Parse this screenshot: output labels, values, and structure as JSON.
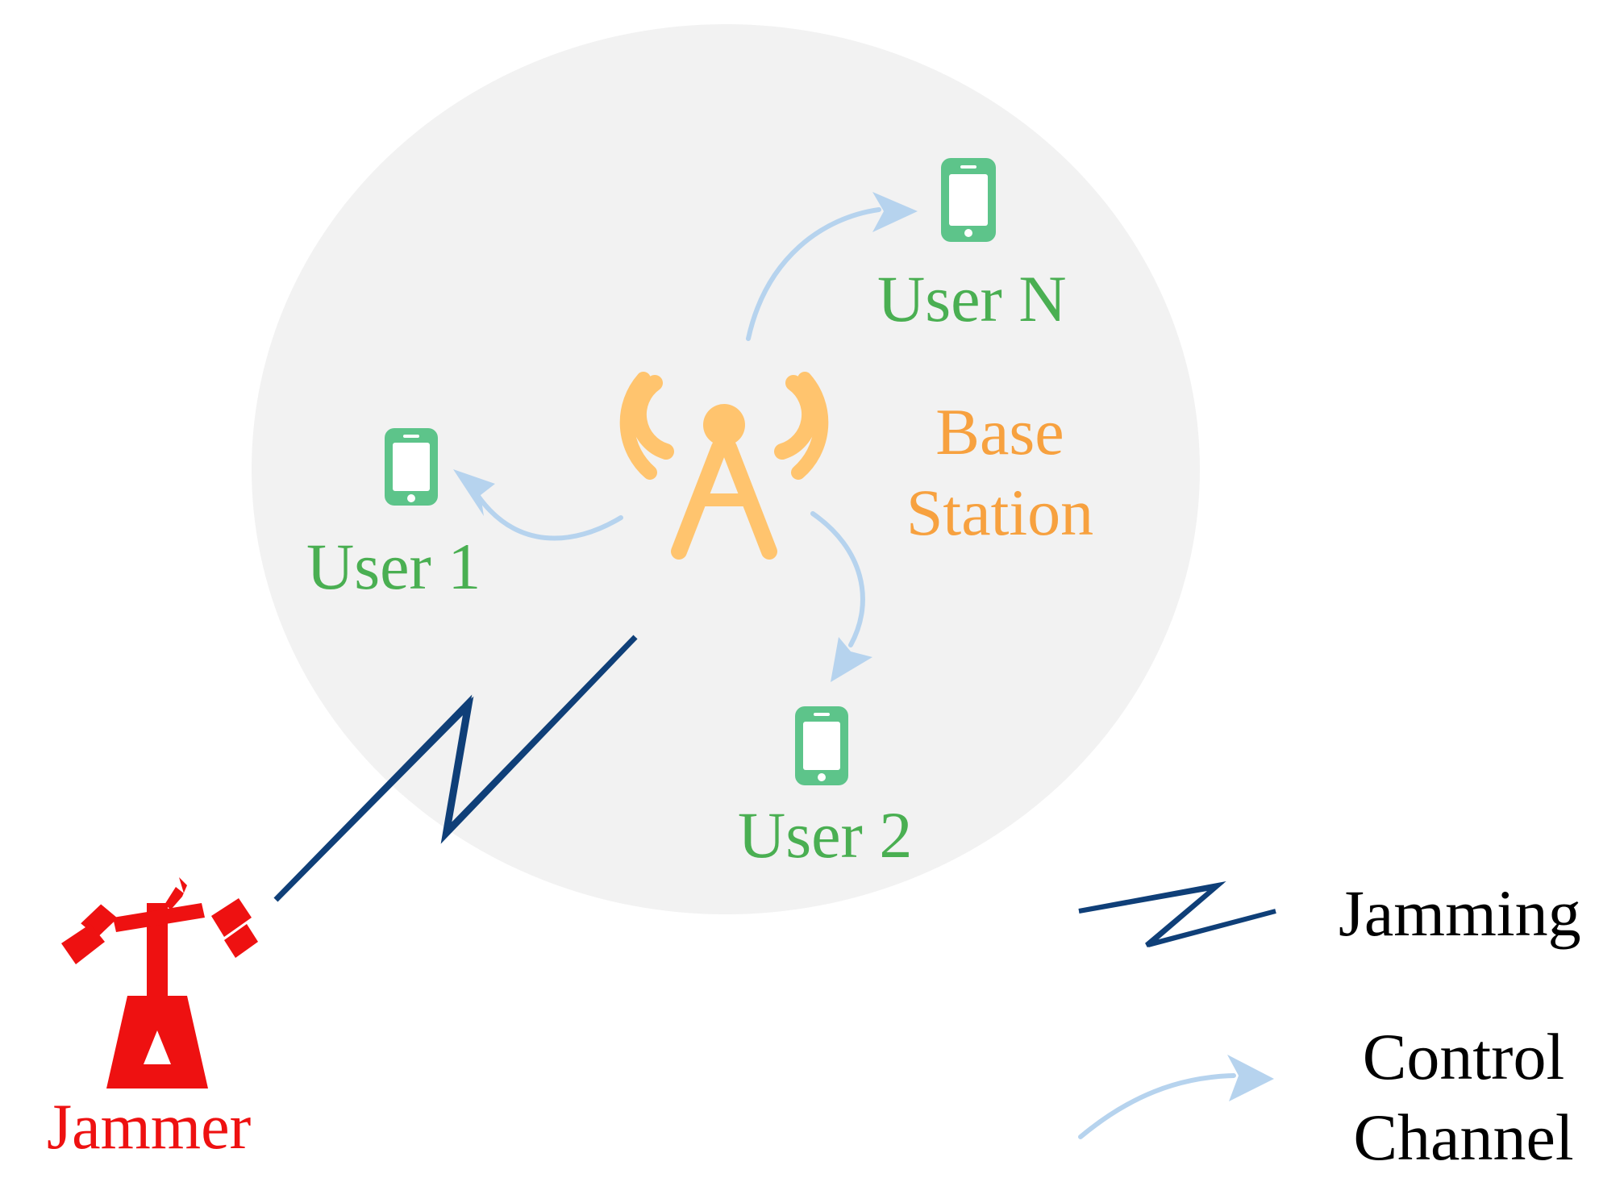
{
  "colors": {
    "cell_fill": "#f2f2f2",
    "user": "#4aaf52",
    "user_icon": "#5dc48a",
    "base_station": "#f7a13f",
    "tower_icon": "#ffc46e",
    "jammer": "#ee1111",
    "bolt_fill": "#f03535",
    "bolt_edge": "#0f3f78",
    "control_arrow": "#b6d3ee"
  },
  "nodes": {
    "base_station": {
      "label_line1": "Base",
      "label_line2": "Station",
      "icon": "cell-tower-icon"
    },
    "users": [
      {
        "label": "User 1",
        "icon": "smartphone-icon"
      },
      {
        "label": "User 2",
        "icon": "smartphone-icon"
      },
      {
        "label": "User N",
        "icon": "smartphone-icon"
      }
    ],
    "jammer": {
      "label": "Jammer",
      "icon": "jammer-antenna-icon"
    }
  },
  "legend": {
    "jamming": {
      "label": "Jamming",
      "icon": "lightning-bolt-icon"
    },
    "control": {
      "label_line1": "Control",
      "label_line2": "Channel",
      "icon": "curved-arrow-icon"
    }
  }
}
